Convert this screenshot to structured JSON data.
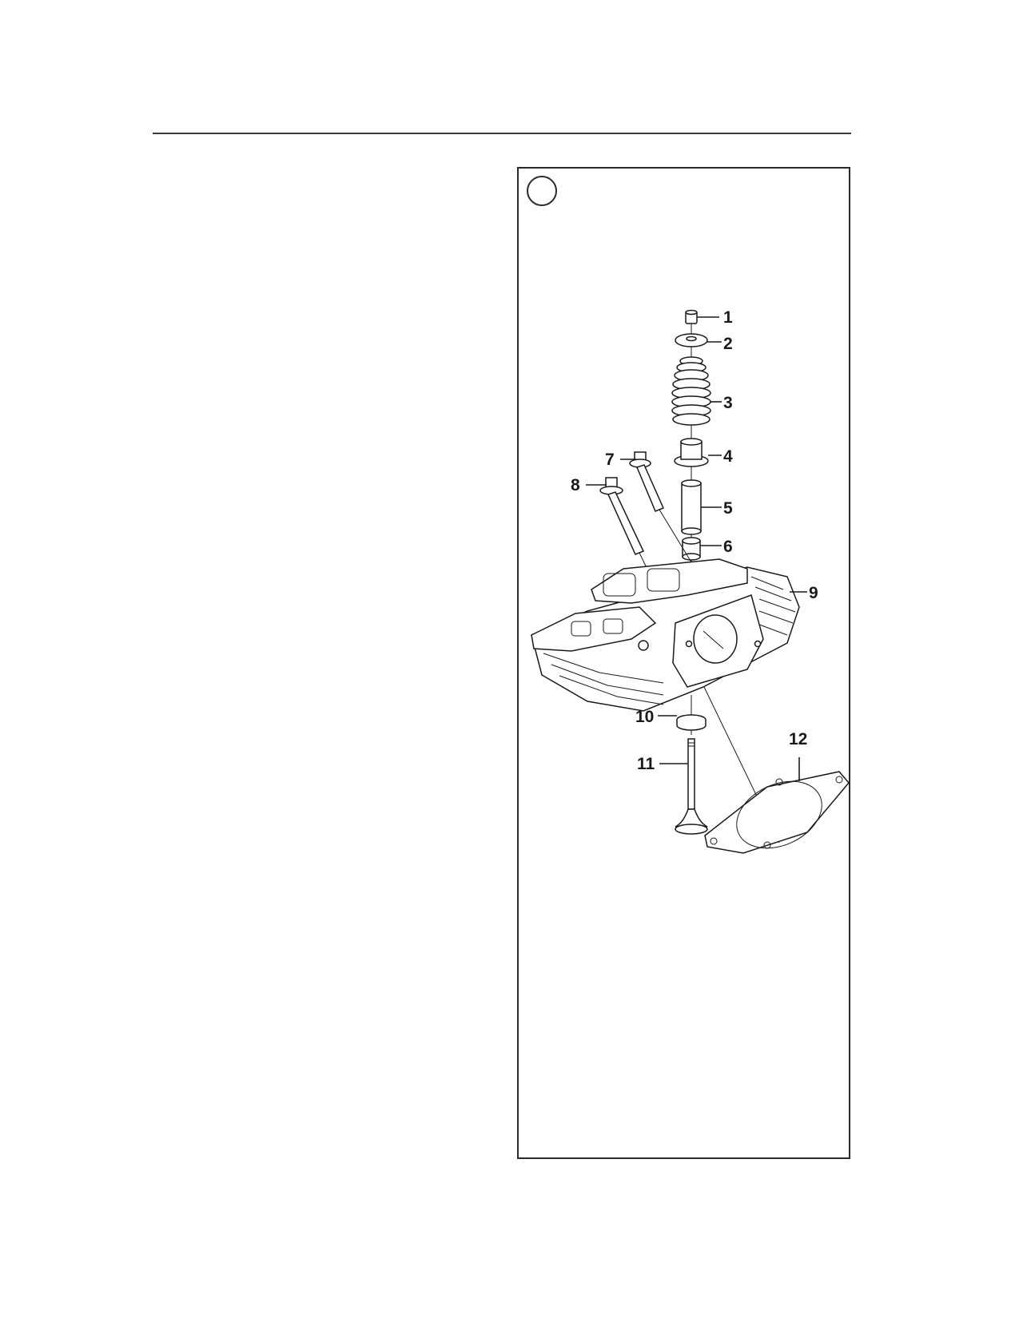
{
  "figure": {
    "callouts": [
      {
        "id": "c1",
        "label": "1"
      },
      {
        "id": "c2",
        "label": "2"
      },
      {
        "id": "c3",
        "label": "3"
      },
      {
        "id": "c4",
        "label": "4"
      },
      {
        "id": "c5",
        "label": "5"
      },
      {
        "id": "c6",
        "label": "6"
      },
      {
        "id": "c7",
        "label": "7"
      },
      {
        "id": "c8",
        "label": "8"
      },
      {
        "id": "c9",
        "label": "9"
      },
      {
        "id": "c10",
        "label": "10"
      },
      {
        "id": "c11",
        "label": "11"
      },
      {
        "id": "c12",
        "label": "12"
      }
    ]
  }
}
